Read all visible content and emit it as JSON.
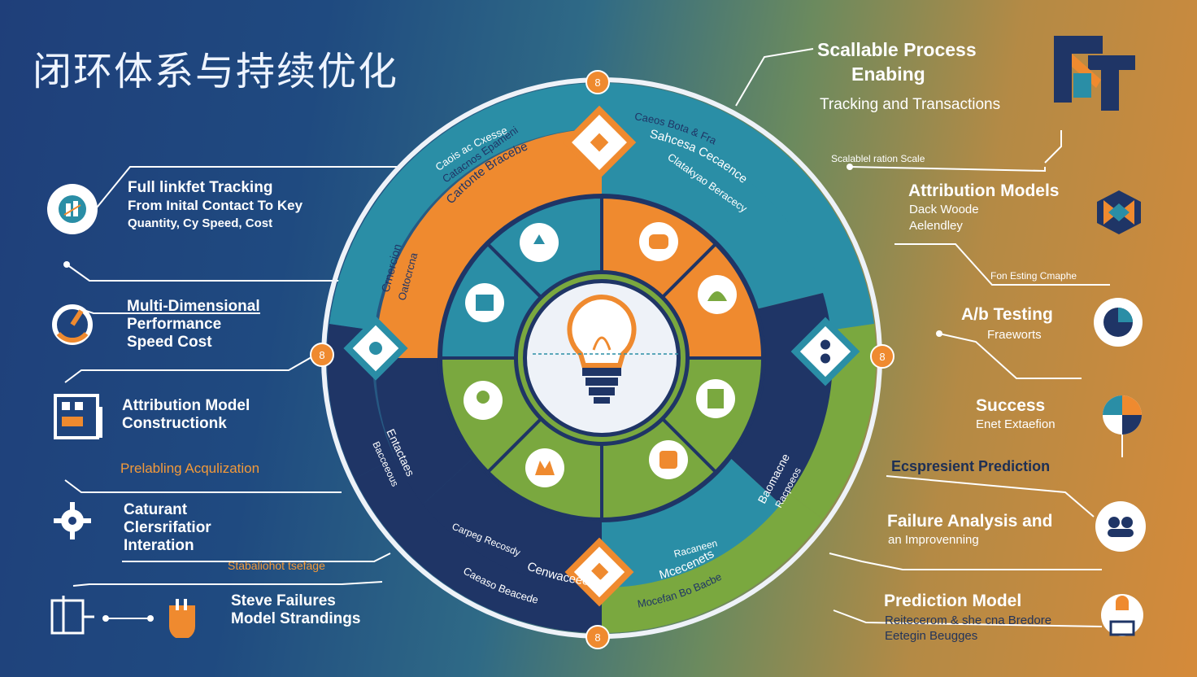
{
  "title": "闭环体系与持续优化",
  "left": {
    "item1": {
      "lines": [
        "Full linkfet Tracking",
        "From Inital Contact To Key",
        "Quantity, Cy Speed, Cost"
      ]
    },
    "item2": {
      "lines": [
        "Multi-Dimensional",
        "Performance",
        "Speed Cost"
      ]
    },
    "item3": {
      "lines": [
        "Attribution Model",
        "Constructionk"
      ]
    },
    "item3_note": "Prelabling Acqulization",
    "item4": {
      "lines": [
        "Caturant",
        "Clersrifatior",
        "Interation"
      ]
    },
    "item4_note": "Stabaliohot tsefage",
    "item5": {
      "lines": [
        "Steve Failures",
        "Model Strandings"
      ]
    }
  },
  "right": {
    "top": {
      "lines": [
        "Scallable Process",
        "Enabing"
      ],
      "sub": "Tracking and Transactions"
    },
    "note1": "Scalablel ration Scale",
    "r1": {
      "title": "Attribution Models",
      "sub": [
        "Dack Woode",
        "Aelendley"
      ]
    },
    "note2": "Fon Esting Cmaphe",
    "r2": {
      "title": "A/b Testing",
      "sub": "Fraeworts"
    },
    "r3": {
      "title": "Success",
      "sub": "Enet Extaefion"
    },
    "r4": {
      "title": "Ecspresient Prediction"
    },
    "r5": {
      "title": "Failure Analysis and",
      "sub": "an Improvenning"
    },
    "r6": {
      "title": "Prediction Model",
      "sub": [
        "Reitecerom & she cna Bredore",
        "Eetegin Beugges"
      ]
    }
  },
  "wheel": {
    "outer_top_left": "Caois ac Cxesse",
    "outer_top_right": "Caeos Bota & Fra",
    "outer_bottom_left": "Caeaso Beacede",
    "outer_bottom_right": "Mocefan Bo Bacbe",
    "seg_tl": [
      "Cartonte Bracebe",
      "Catacnos Epameni"
    ],
    "seg_l": [
      "Crnercion",
      "Oatocrcna"
    ],
    "seg_tr": [
      "Sahcesa Cecaence",
      "Clatakyao Beracecy"
    ],
    "seg_bl": [
      "Entactaes",
      "Bacceeous"
    ],
    "seg_b": [
      "Cenwaceeeng",
      "Carpeg Recosdy"
    ],
    "seg_br": [
      "Mcecenets",
      "Racaneen"
    ],
    "seg_rb": [
      "Baomacne",
      "Racpoeos"
    ],
    "markers": {
      "top": "8",
      "left": "8",
      "right": "8",
      "bottom": "8"
    }
  },
  "icons": {
    "left": [
      "chart-icon",
      "gauge-icon",
      "building-icon",
      "gear-icon",
      "flask-icon",
      "glove-icon"
    ],
    "right": [
      "logo-icon",
      "hexagon-icon",
      "pie-icon",
      "fan-chart-icon",
      "people-icon",
      "shield-icon"
    ],
    "center": "lightbulb-icon"
  },
  "colors": {
    "orange": "#ef8a2f",
    "teal": "#2a8ea6",
    "green": "#7aa83f",
    "navy": "#1f3566",
    "light": "#eef2f8"
  }
}
